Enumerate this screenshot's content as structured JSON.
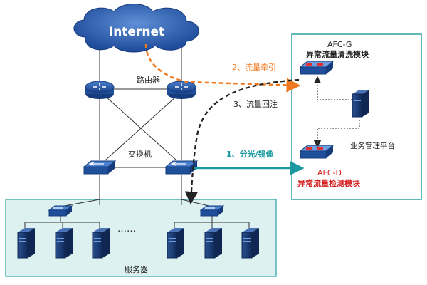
{
  "internet": {
    "label": "Internet"
  },
  "router_label": "路由器",
  "switch_label": "交换机",
  "server_label": "服务器",
  "ellipsis": "……",
  "afc_g": {
    "title": "AFC-G",
    "subtitle": "异常流量清洗模块"
  },
  "afc_d": {
    "title": "AFC-D",
    "subtitle": "异常流量检测模块"
  },
  "mgmt_label": "业务管理平台",
  "flows": [
    {
      "label": "1、分光/镜像",
      "color": "#1a9aa0"
    },
    {
      "label": "2、流量牵引",
      "color": "#f07a20"
    },
    {
      "label": "3、流量回注",
      "color": "#222222"
    }
  ],
  "colors": {
    "cloud": "#2a5aa8",
    "panel_fill": "#ddf1f1",
    "panel_border": "#2aa0a0",
    "device_blue": "#1f4f9a",
    "subtitle_red": "#d42020"
  }
}
